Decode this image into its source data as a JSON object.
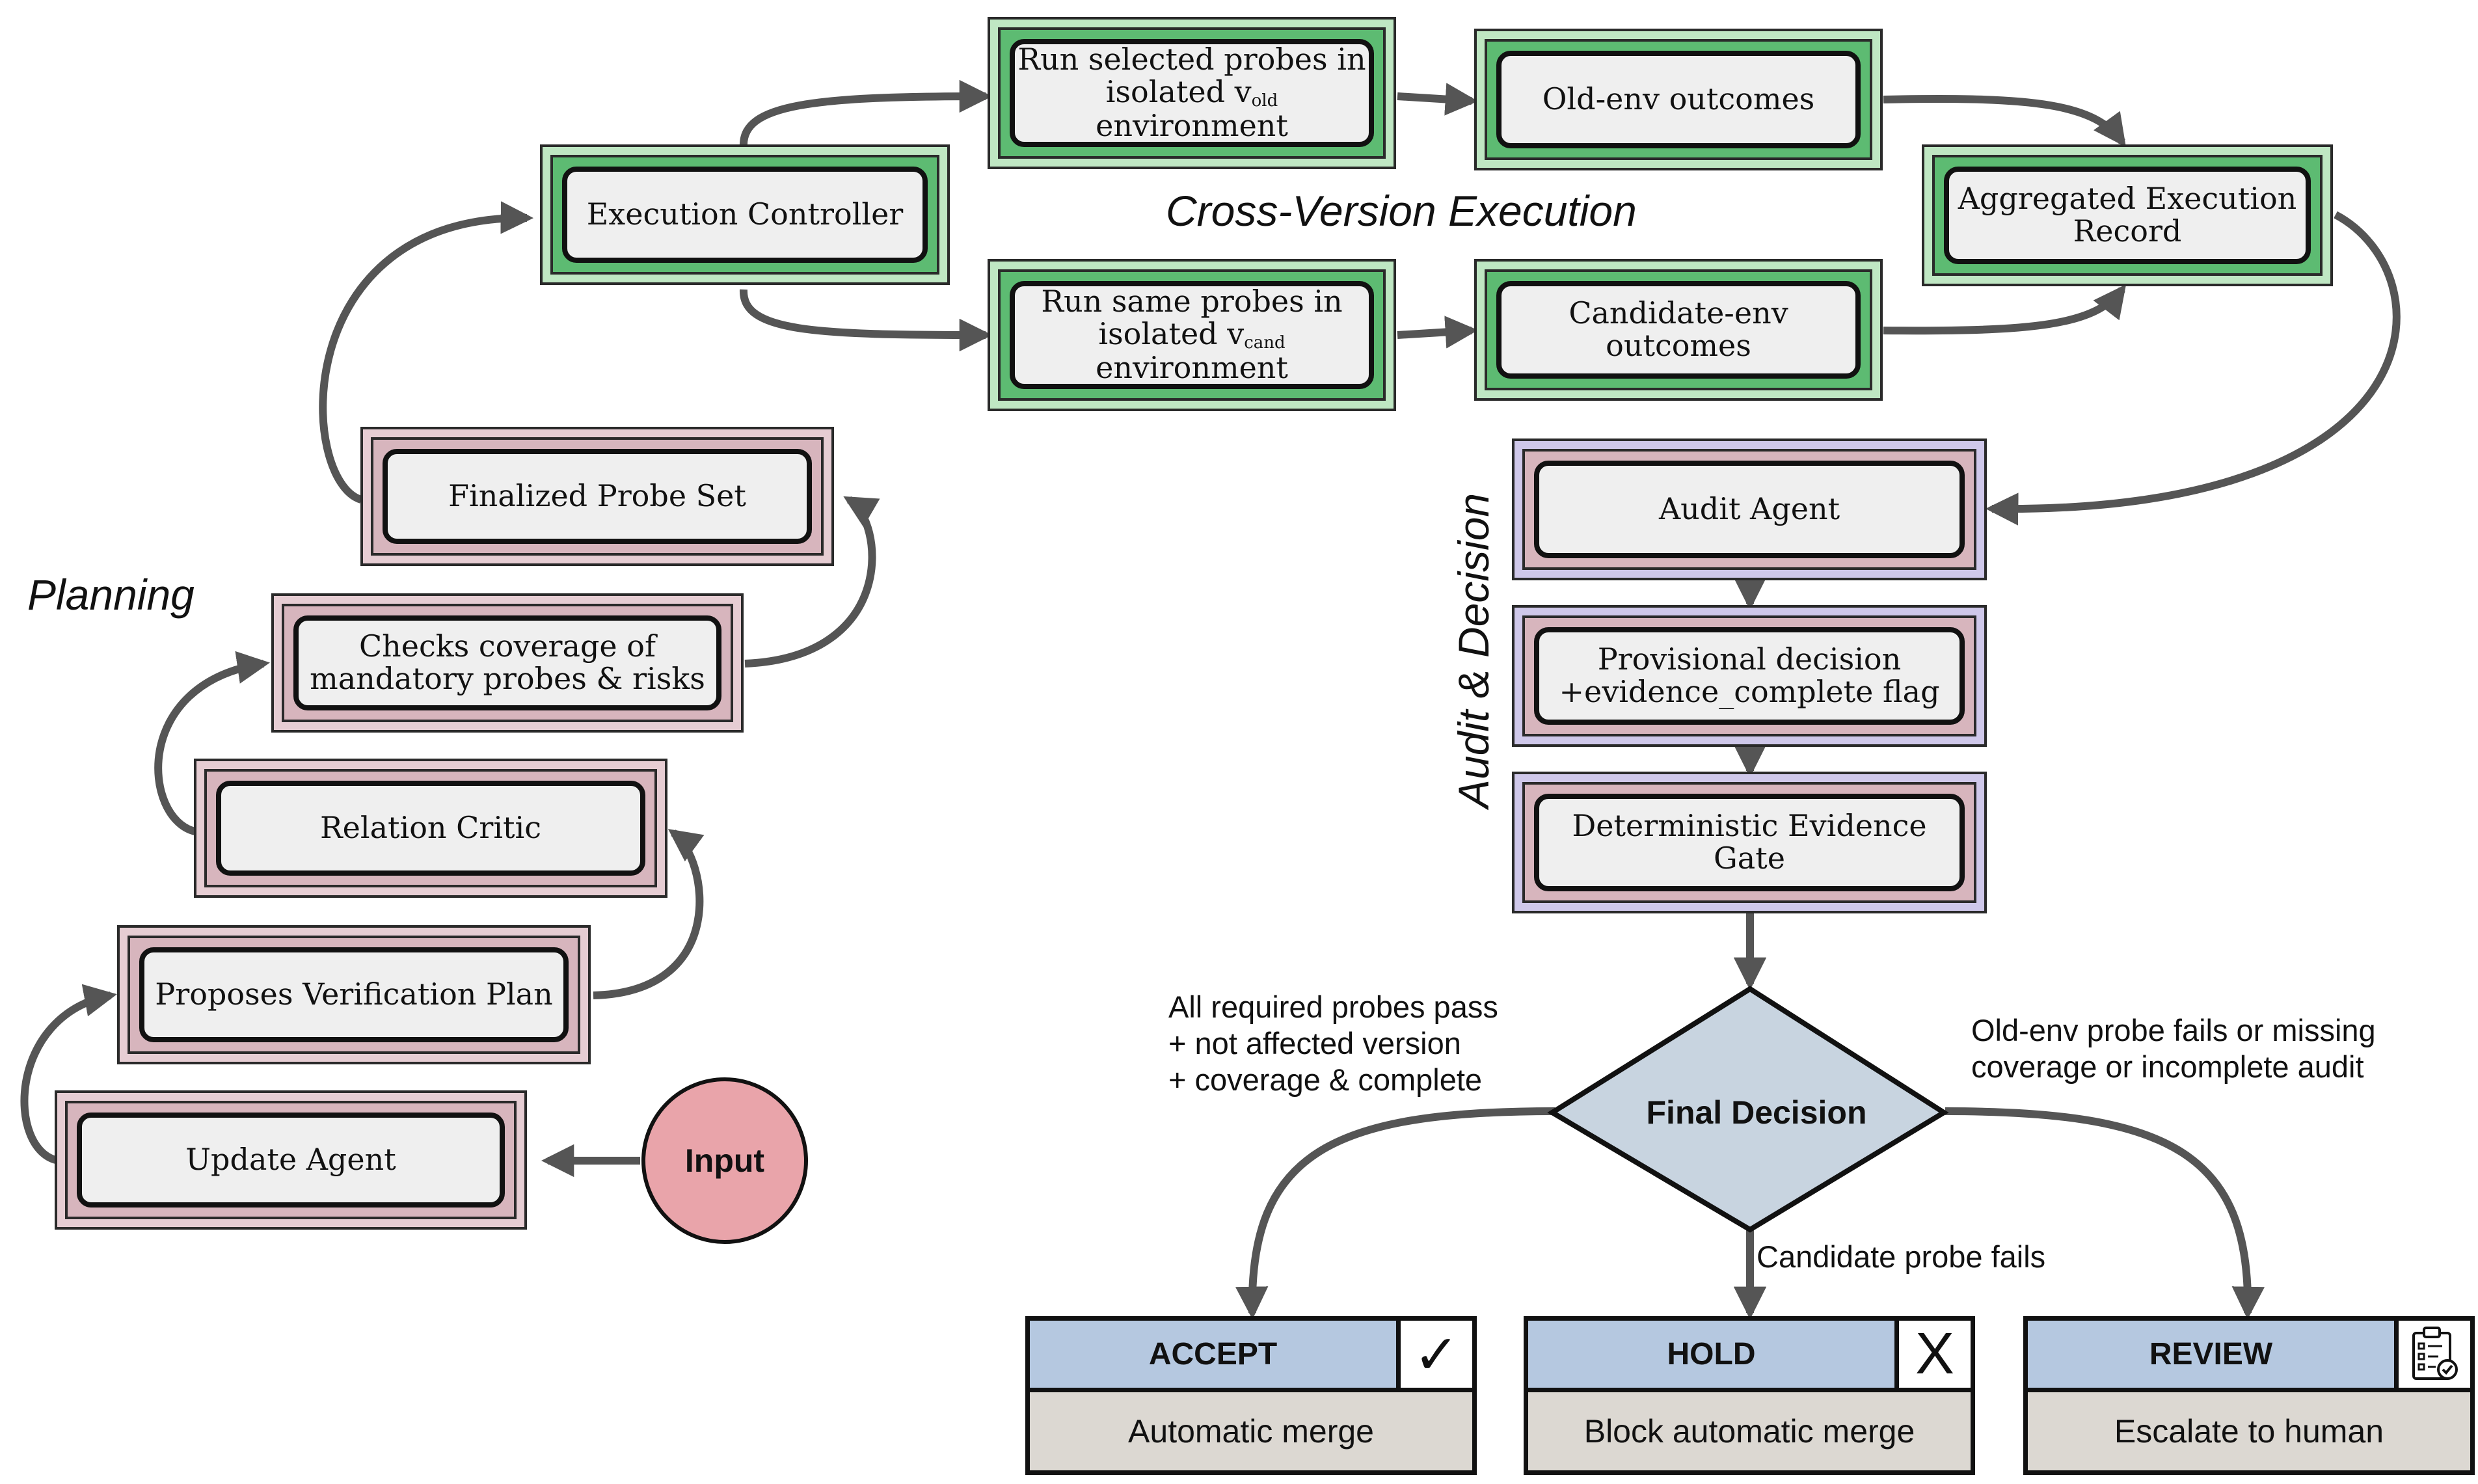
{
  "sections": {
    "planning": "Planning",
    "execution": "Cross-Version Execution",
    "audit": "Audit & Decision"
  },
  "nodes": {
    "update_agent": "Update Agent",
    "proposes_plan": "Proposes Verification Plan",
    "relation_critic": "Relation Critic",
    "coverage_check": "Checks coverage of mandatory probes & risks",
    "finalized_probe_set": "Finalized Probe Set",
    "input": "Input",
    "execution_controller": "Execution Controller",
    "run_old_pre": "Run selected probes in isolated v",
    "run_old_sub": "old",
    "run_old_post": "environment",
    "run_cand_pre": "Run same probes in isolated v",
    "run_cand_sub": "cand",
    "run_cand_post": "environment",
    "old_outcomes": "Old-env outcomes",
    "cand_outcomes": "Candidate-env outcomes",
    "aggregated_record": "Aggregated Execution Record",
    "audit_agent": "Audit Agent",
    "provisional_decision": "Provisional decision +evidence_complete flag",
    "evidence_gate": "Deterministic Evidence Gate",
    "final_decision": "Final Decision"
  },
  "conditions": {
    "accept": "All required probes pass\n+ not affected version\n+ coverage & complete",
    "hold": "Candidate probe fails",
    "review": "Old-env probe fails or missing\ncoverage or incomplete audit"
  },
  "outcomes": {
    "accept": {
      "title": "ACCEPT",
      "action": "Automatic merge",
      "icon": "checkmark-icon"
    },
    "hold": {
      "title": "HOLD",
      "action": "Block automatic merge",
      "icon": "x-icon"
    },
    "review": {
      "title": "REVIEW",
      "action": "Escalate to human",
      "icon": "clipboard-check-icon"
    }
  },
  "colors": {
    "planning_fill": "#e6cdd3",
    "execution_fill": "#5dbb72",
    "audit_fill": "#cfc8ea",
    "decision_fill": "#c8d4e0",
    "outcome_header": "#b5c8e0",
    "outcome_body": "#dcd8d2",
    "input_fill": "#e9a4aa",
    "arrow": "#555555"
  }
}
